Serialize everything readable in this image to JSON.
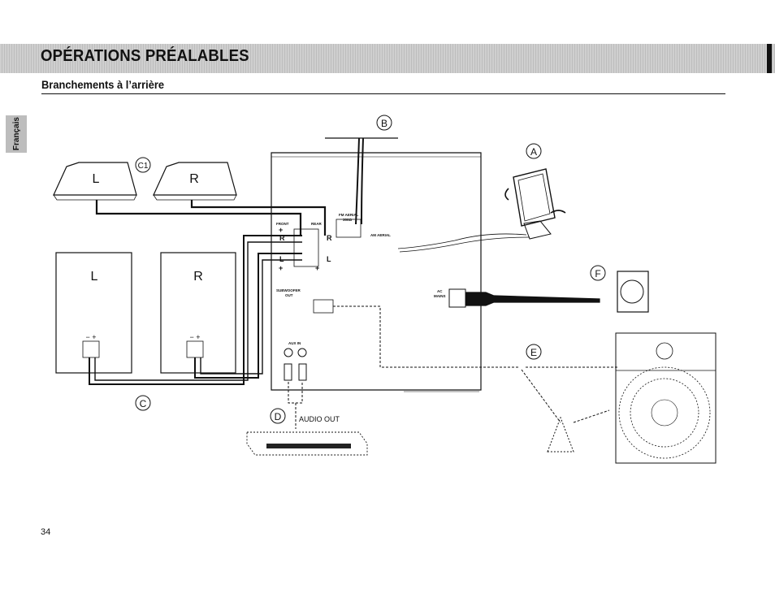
{
  "header": {
    "title": "OPÉRATIONS PRÉALABLES",
    "subtitle": "Branchements à l’arrière"
  },
  "side_tab": {
    "label": "Français"
  },
  "page": {
    "number": "34"
  },
  "diagram": {
    "callouts": {
      "a": "A",
      "b": "B",
      "c": "C",
      "c1": "C1",
      "d": "D",
      "e": "E",
      "f": "F"
    },
    "speakers": {
      "small_left": "L",
      "small_right": "R",
      "large_left": "L",
      "large_right": "R",
      "terminal_label": "− +"
    },
    "panel": {
      "fm_aerial": "FM AERIAL",
      "fm_ohm": "300Ω",
      "am_aerial": "AM AERIAL",
      "front": "FRONT",
      "rear": "REAR",
      "row_r": "R",
      "row_l": "L",
      "plus": "+",
      "minus": "−",
      "subwoofer": "SUBWOOFER",
      "subwoofer_out": "OUT",
      "aux_in": "AUX IN",
      "ac_mains": "AC",
      "ac_mains2": "MAINS"
    },
    "audio_out": "AUDIO OUT"
  }
}
